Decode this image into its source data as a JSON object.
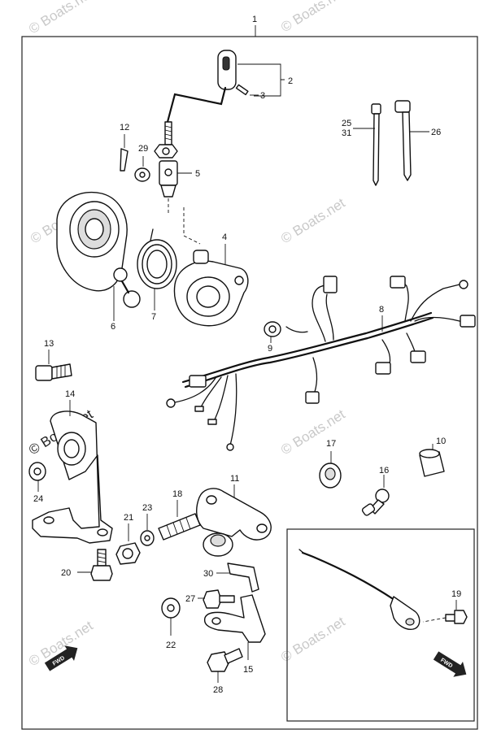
{
  "callouts": {
    "c1": "1",
    "c2": "2",
    "c3": "3",
    "c4": "4",
    "c5": "5",
    "c6": "6",
    "c7": "7",
    "c8": "8",
    "c9": "9",
    "c10": "10",
    "c11": "11",
    "c12": "12",
    "c13": "13",
    "c14": "14",
    "c15": "15",
    "c16": "16",
    "c17": "17",
    "c18": "18",
    "c19": "19",
    "c20": "20",
    "c21": "21",
    "c22": "22",
    "c23": "23",
    "c24": "24",
    "c25": "25",
    "c26": "26",
    "c27": "27",
    "c28": "28",
    "c29": "29",
    "c30": "30",
    "c31": "31"
  },
  "watermark": "© Boats.net",
  "fwd_label": "FWD",
  "colors": {
    "line": "#111111",
    "watermark": "#c9c9c9"
  }
}
